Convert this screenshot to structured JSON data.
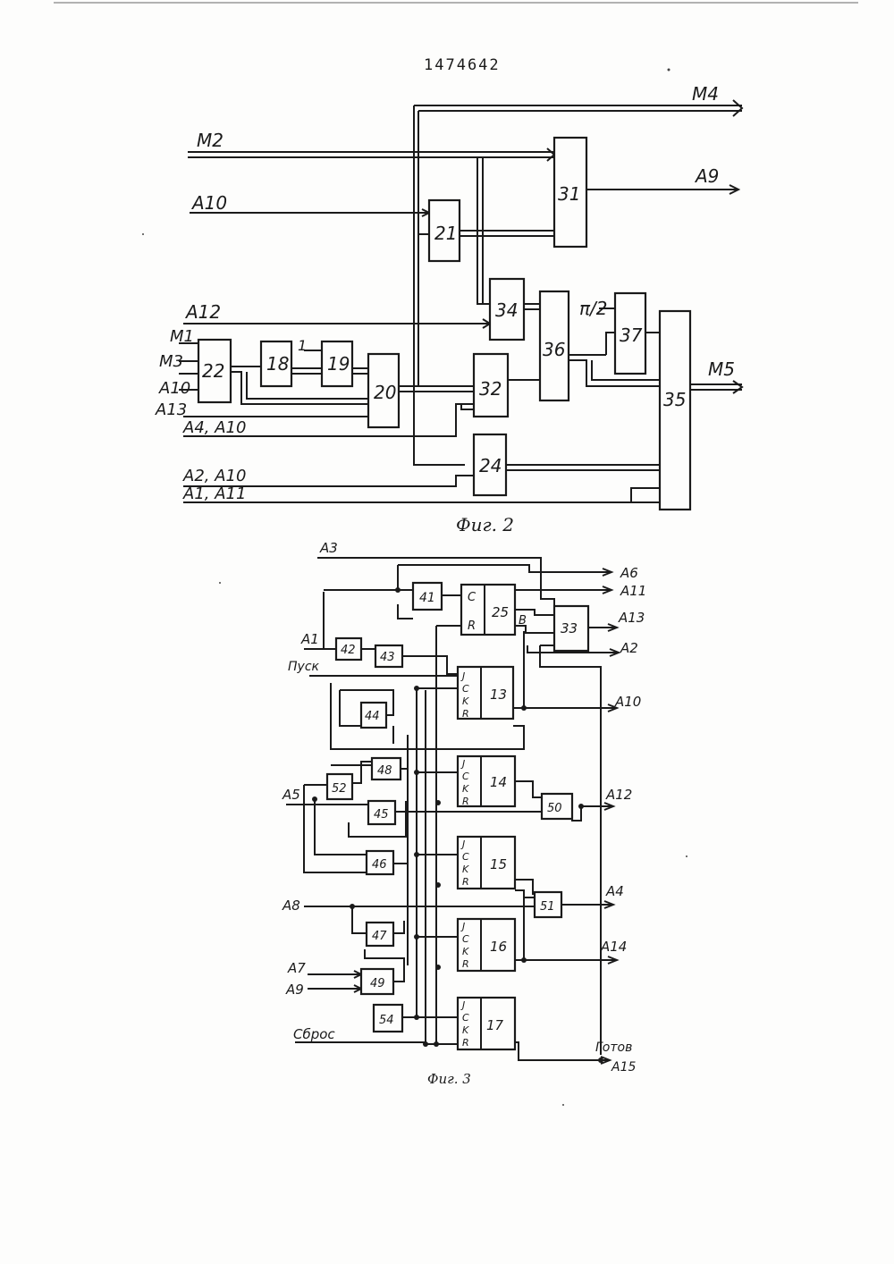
{
  "patent_number": "1474642",
  "fig2": {
    "caption": "Фиг. 2",
    "inputs": [
      "M2",
      "A10",
      "A12",
      "M1",
      "M3",
      "A10",
      "A13",
      "A4, A10",
      "A2, A10",
      "A1, A11",
      "1",
      "π/2"
    ],
    "outputs": [
      "M4",
      "A9",
      "M5"
    ],
    "blocks": [
      "31",
      "21",
      "34",
      "36",
      "37",
      "22",
      "18",
      "19",
      "20",
      "32",
      "35",
      "24"
    ]
  },
  "fig3": {
    "caption": "Фиг. 3",
    "inputs": [
      "A3",
      "A1",
      "Пуск",
      "A5",
      "A8",
      "A7",
      "A9",
      "Сброс"
    ],
    "outputs": [
      "A6",
      "A11",
      "A13",
      "A2",
      "A10",
      "A12",
      "A4",
      "A14",
      "Готов",
      "A15"
    ],
    "blocks": [
      "41",
      "25",
      "33",
      "42",
      "43",
      "13",
      "44",
      "48",
      "14",
      "52",
      "45",
      "50",
      "15",
      "46",
      "51",
      "47",
      "16",
      "49",
      "54",
      "17"
    ],
    "pins": {
      "trigger_25": [
        "C",
        "R",
        "B"
      ],
      "jk": [
        "J",
        "C",
        "K",
        "R"
      ]
    }
  }
}
